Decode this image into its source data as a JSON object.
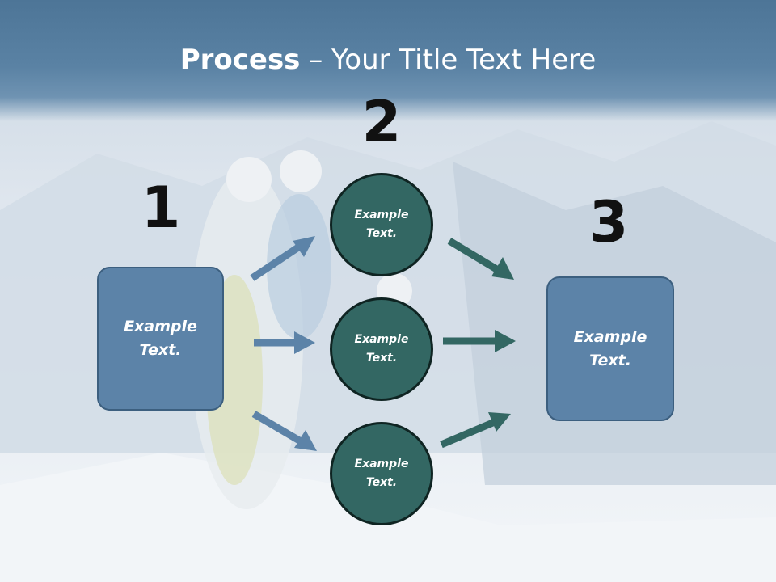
{
  "title": {
    "bold": "Process",
    "rest": " – Your Title Text Here"
  },
  "steps": [
    {
      "number": "1",
      "label": "Example\nText."
    },
    {
      "number": "2",
      "circles": [
        "Example\nText.",
        "Example\nText.",
        "Example\nText."
      ]
    },
    {
      "number": "3",
      "label": "Example\nText."
    }
  ],
  "colors": {
    "title_band": "#5a82a4",
    "box_fill": "#5c83a8",
    "circle_fill": "#336763",
    "arrow_in": "#5c83a8",
    "arrow_out": "#336763"
  }
}
